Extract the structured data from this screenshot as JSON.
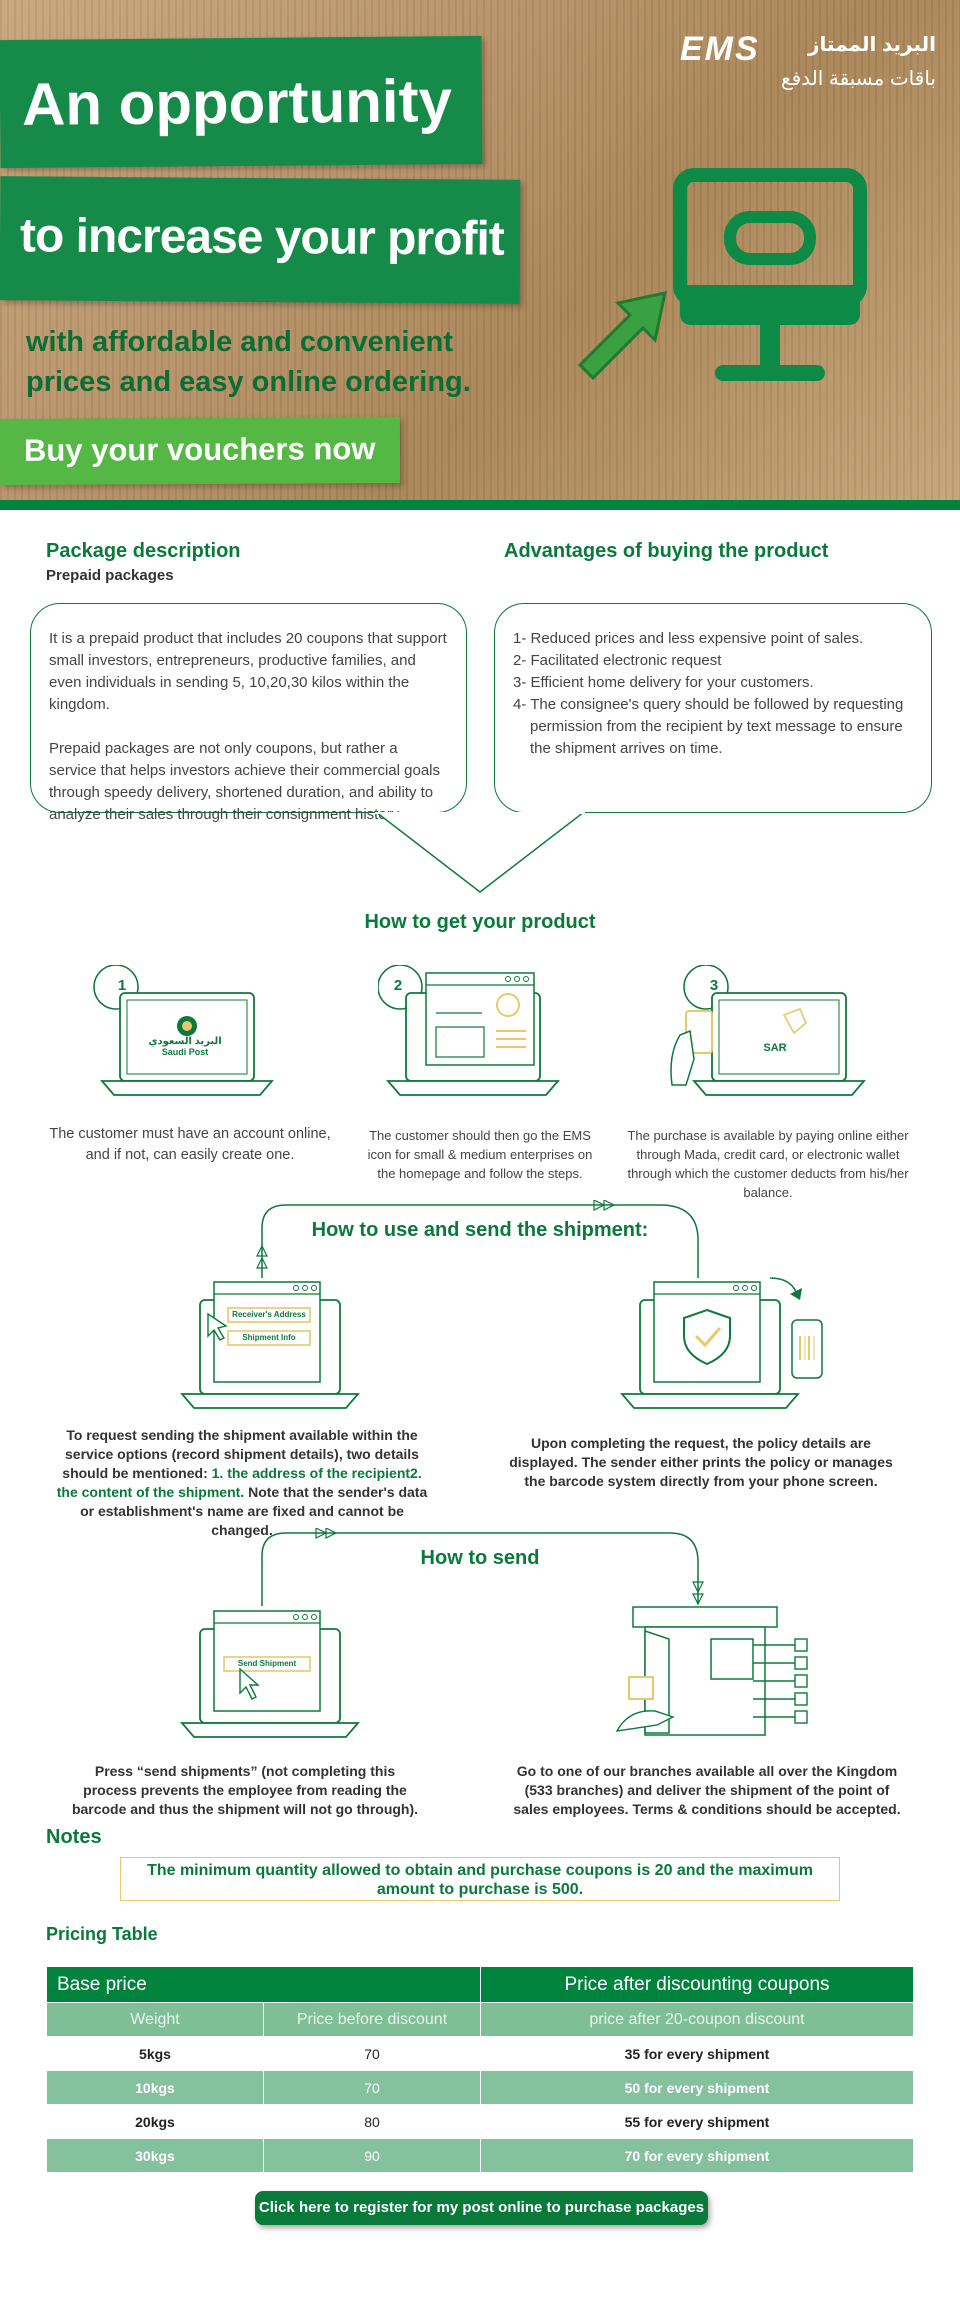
{
  "hero": {
    "line1": "An opportunity",
    "line2": "to increase your profit",
    "subtitle": "with affordable and convenient prices and easy online ordering.",
    "cta": "Buy your vouchers now",
    "logo_mark": "EMS",
    "logo_ar_name": "البريد الممتاز",
    "logo_ar_tag": "باقات مسبقة الدفع"
  },
  "package": {
    "title": "Package description",
    "subtitle": "Prepaid packages",
    "para1": "It is a prepaid product that includes 20 coupons that support small investors, entrepreneurs, productive families, and even individuals in sending 5, 10,20,30 kilos within the kingdom.",
    "para2": "Prepaid packages are not only coupons, but rather a service that helps investors achieve their commercial goals through speedy delivery, shortened duration, and ability to analyze their sales through their consignment history."
  },
  "advantages": {
    "title": "Advantages of buying the product",
    "items": [
      "1- Reduced prices and less expensive point of sales.",
      "2- Facilitated electronic request",
      "3- Efficient home delivery for your customers.",
      "4- The consignee's query should be followed by requesting permission from the recipient by text message to ensure the shipment arrives on time."
    ]
  },
  "how_get": {
    "title": "How to get your product",
    "steps": [
      {
        "num": "1",
        "text": "The customer must have an account online, and if not, can easily create one.",
        "screen_ar": "البريد السعودي",
        "screen_en": "Saudi Post"
      },
      {
        "num": "2",
        "text": "The customer should then go the EMS icon for small & medium enterprises on the homepage and follow the steps."
      },
      {
        "num": "3",
        "text": "The purchase is available by paying online either through Mada, credit card, or electronic wallet through which the customer deducts from his/her balance.",
        "screen_label": "SAR"
      }
    ]
  },
  "how_use": {
    "title": "How to use and send the shipment:",
    "receiver_label": "Receiver's Address",
    "shipment_label": "Shipment Info",
    "left_text_1": "To request sending the shipment available within the service options (record shipment details), two details should be mentioned:",
    "left_text_highlight": "1. the address of the recipient2. the content of the shipment.",
    "left_text_2": "Note that the sender's data or establishment's name are fixed and cannot be changed.",
    "right_text": "Upon completing the request, the policy details are displayed. The sender either prints the policy or manages the barcode system directly from your phone screen."
  },
  "how_send": {
    "title": "How to send",
    "button_label": "Send Shipment",
    "left_text": "Press “send shipments” (not completing this process prevents the employee from reading the barcode and thus the shipment will not go through).",
    "right_text": "Go to one of our branches available all over the Kingdom (533 branches) and deliver the shipment of the point of sales employees. Terms & conditions should be accepted."
  },
  "notes": {
    "title": "Notes",
    "text": "The minimum quantity allowed to obtain and purchase coupons is 20 and the maximum amount to purchase is 500."
  },
  "pricing": {
    "title": "Pricing Table",
    "header_base": "Base price",
    "header_after": "Price after discounting coupons",
    "col_weight": "Weight",
    "col_before": "Price before discount",
    "col_after": "price after 20-coupon discount",
    "rows": [
      {
        "weight": "5kgs",
        "before": "70",
        "after": "35 for every shipment"
      },
      {
        "weight": "10kgs",
        "before": "70",
        "after": "50 for every shipment"
      },
      {
        "weight": "20kgs",
        "before": "80",
        "after": "55 for every shipment"
      },
      {
        "weight": "30kgs",
        "before": "90",
        "after": "70 for every shipment"
      }
    ]
  },
  "cta": {
    "label": "Click here to register for my post online to purchase packages"
  },
  "colors": {
    "brand_green": "#00843d",
    "accent_green": "#56b844",
    "light_green": "#84c19c",
    "cardboard": "#b8936a",
    "note_border": "#e8c86d"
  },
  "icons": [
    "arrow-icon",
    "monitor-icon",
    "laptop-icon",
    "browser-window-icon",
    "hand-card-icon",
    "shield-check-icon",
    "phone-barcode-icon",
    "cursor-icon",
    "branch-counter-icon",
    "package-icon"
  ]
}
